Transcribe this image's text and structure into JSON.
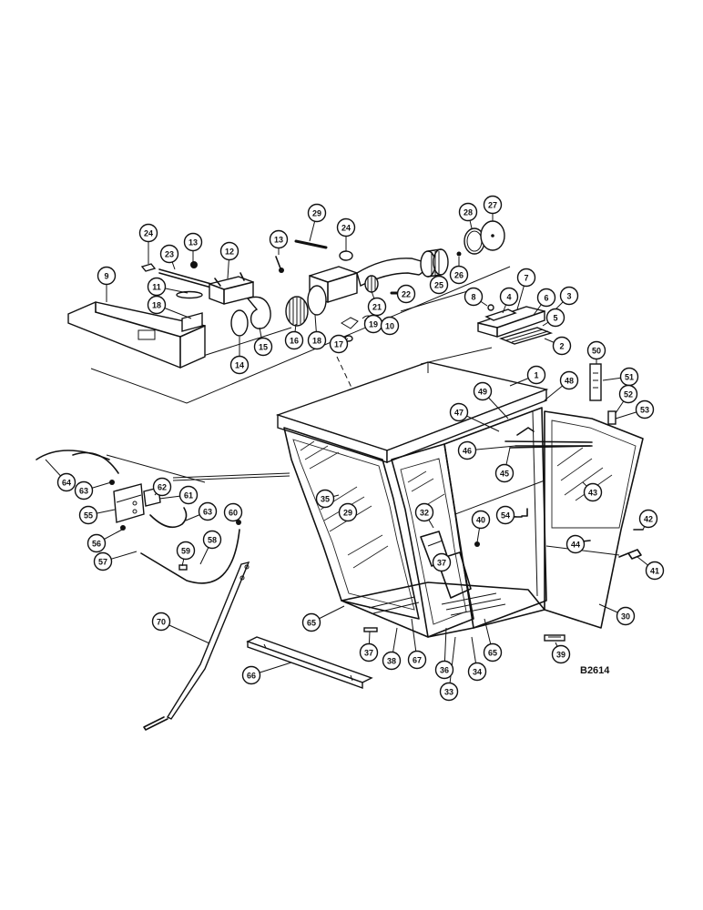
{
  "drawing_number": "B2614",
  "callouts": [
    {
      "id": "c-24a",
      "label": "24"
    },
    {
      "id": "c-13a",
      "label": "13"
    },
    {
      "id": "c-23",
      "label": "23"
    },
    {
      "id": "c-12",
      "label": "12"
    },
    {
      "id": "c-9",
      "label": "9"
    },
    {
      "id": "c-11",
      "label": "11"
    },
    {
      "id": "c-18a",
      "label": "18"
    },
    {
      "id": "c-14",
      "label": "14"
    },
    {
      "id": "c-15",
      "label": "15"
    },
    {
      "id": "c-29",
      "label": "29"
    },
    {
      "id": "c-24b",
      "label": "24"
    },
    {
      "id": "c-13b",
      "label": "13"
    },
    {
      "id": "c-16",
      "label": "16"
    },
    {
      "id": "c-18b",
      "label": "18"
    },
    {
      "id": "c-17",
      "label": "17"
    },
    {
      "id": "c-19",
      "label": "19"
    },
    {
      "id": "c-10",
      "label": "10"
    },
    {
      "id": "c-21",
      "label": "21"
    },
    {
      "id": "c-22",
      "label": "22"
    },
    {
      "id": "c-25",
      "label": "25"
    },
    {
      "id": "c-26",
      "label": "26"
    },
    {
      "id": "c-28",
      "label": "28"
    },
    {
      "id": "c-27",
      "label": "27"
    },
    {
      "id": "c-8",
      "label": "8"
    },
    {
      "id": "c-4",
      "label": "4"
    },
    {
      "id": "c-7",
      "label": "7"
    },
    {
      "id": "c-6",
      "label": "6"
    },
    {
      "id": "c-3",
      "label": "3"
    },
    {
      "id": "c-5",
      "label": "5"
    },
    {
      "id": "c-2",
      "label": "2"
    },
    {
      "id": "c-1",
      "label": "1"
    },
    {
      "id": "c-50",
      "label": "50"
    },
    {
      "id": "c-51",
      "label": "51"
    },
    {
      "id": "c-52",
      "label": "52"
    },
    {
      "id": "c-53",
      "label": "53"
    },
    {
      "id": "c-49",
      "label": "49"
    },
    {
      "id": "c-48",
      "label": "48"
    },
    {
      "id": "c-47",
      "label": "47"
    },
    {
      "id": "c-46",
      "label": "46"
    },
    {
      "id": "c-45",
      "label": "45"
    },
    {
      "id": "c-43",
      "label": "43"
    },
    {
      "id": "c-42",
      "label": "42"
    },
    {
      "id": "c-44",
      "label": "44"
    },
    {
      "id": "c-41",
      "label": "41"
    },
    {
      "id": "c-64",
      "label": "64"
    },
    {
      "id": "c-63a",
      "label": "63"
    },
    {
      "id": "c-62",
      "label": "62"
    },
    {
      "id": "c-61",
      "label": "61"
    },
    {
      "id": "c-55",
      "label": "55"
    },
    {
      "id": "c-63b",
      "label": "63"
    },
    {
      "id": "c-60",
      "label": "60"
    },
    {
      "id": "c-56",
      "label": "56"
    },
    {
      "id": "c-58",
      "label": "58"
    },
    {
      "id": "c-59",
      "label": "59"
    },
    {
      "id": "c-57",
      "label": "57"
    },
    {
      "id": "c-35",
      "label": "35"
    },
    {
      "id": "c-29b",
      "label": "29"
    },
    {
      "id": "c-32",
      "label": "32"
    },
    {
      "id": "c-40",
      "label": "40"
    },
    {
      "id": "c-54",
      "label": "54"
    },
    {
      "id": "c-37a",
      "label": "37"
    },
    {
      "id": "c-65a",
      "label": "65"
    },
    {
      "id": "c-37b",
      "label": "37"
    },
    {
      "id": "c-30",
      "label": "30"
    },
    {
      "id": "c-67",
      "label": "67"
    },
    {
      "id": "c-36",
      "label": "36"
    },
    {
      "id": "c-34",
      "label": "34"
    },
    {
      "id": "c-33",
      "label": "33"
    },
    {
      "id": "c-65b",
      "label": "65"
    },
    {
      "id": "c-39",
      "label": "39"
    },
    {
      "id": "c-38",
      "label": "38"
    },
    {
      "id": "c-70",
      "label": "70"
    },
    {
      "id": "c-66",
      "label": "66"
    }
  ]
}
